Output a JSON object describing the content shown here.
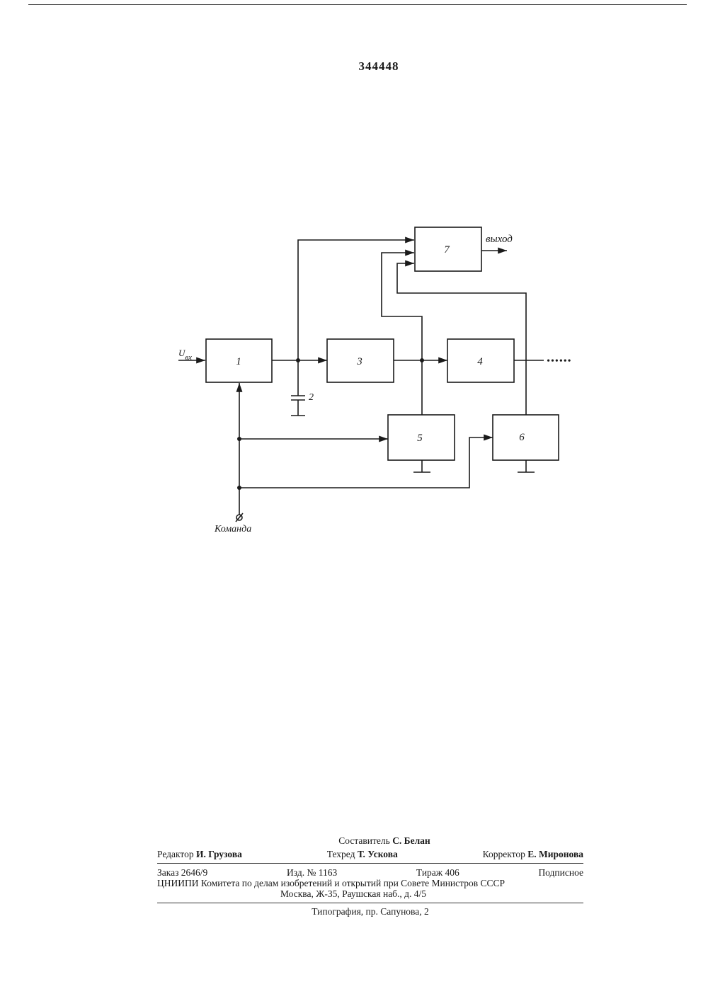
{
  "patent_number": "344448",
  "diagram": {
    "input_label": "U",
    "input_subscript": "вх",
    "output_label": "выход",
    "command_label": "Команда",
    "blocks": [
      "1",
      "3",
      "4",
      "5",
      "6",
      "7"
    ],
    "capacitor_label": "2",
    "continuation": "••••••"
  },
  "footer": {
    "compiler_prefix": "Составитель",
    "compiler_name": "С. Белан",
    "editor_prefix": "Редактор",
    "editor_name": "И. Грузова",
    "techred_prefix": "Техред",
    "techred_name": "Т. Ускова",
    "corrector_prefix": "Корректор",
    "corrector_name": "Е. Миронова",
    "order": "Заказ 2646/9",
    "edition": "Изд. № 1163",
    "circulation": "Тираж 406",
    "subscription": "Подписное",
    "organization": "ЦНИИПИ Комитета по делам изобретений и открытий при Совете Министров СССР",
    "address": "Москва, Ж-35, Раушская наб., д. 4/5",
    "printer": "Типография, пр. Сапунова, 2"
  }
}
